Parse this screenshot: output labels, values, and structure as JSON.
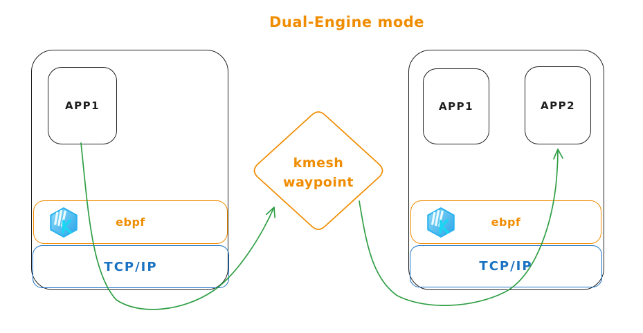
{
  "title": "Dual-Engine mode",
  "colors": {
    "accent_orange": "#f08c00",
    "accent_blue": "#1971c2",
    "arrow_green": "#2f9e44",
    "stroke_black": "#1e1e1e",
    "kmesh_icon_blue": "#29a3e8",
    "kmesh_icon_cyan": "#19d6f2",
    "background": "#ffffff"
  },
  "left_node": {
    "apps": [
      {
        "label": "APP1"
      }
    ],
    "ebpf_label": "ebpf",
    "tcpip_label": "TCP/IP",
    "icon": "kmesh-cube-logo"
  },
  "right_node": {
    "apps": [
      {
        "label": "APP1"
      },
      {
        "label": "APP2"
      }
    ],
    "ebpf_label": "ebpf",
    "tcpip_label": "TCP/IP",
    "icon": "kmesh-cube-logo"
  },
  "waypoint": {
    "label_line1": "kmesh",
    "label_line2": "waypoint"
  },
  "arrows": [
    {
      "name": "app1-to-waypoint",
      "from": "left APP1",
      "to": "kmesh waypoint",
      "color": "#2f9e44"
    },
    {
      "name": "waypoint-to-app2",
      "from": "kmesh waypoint",
      "to": "right APP2",
      "color": "#2f9e44"
    }
  ]
}
